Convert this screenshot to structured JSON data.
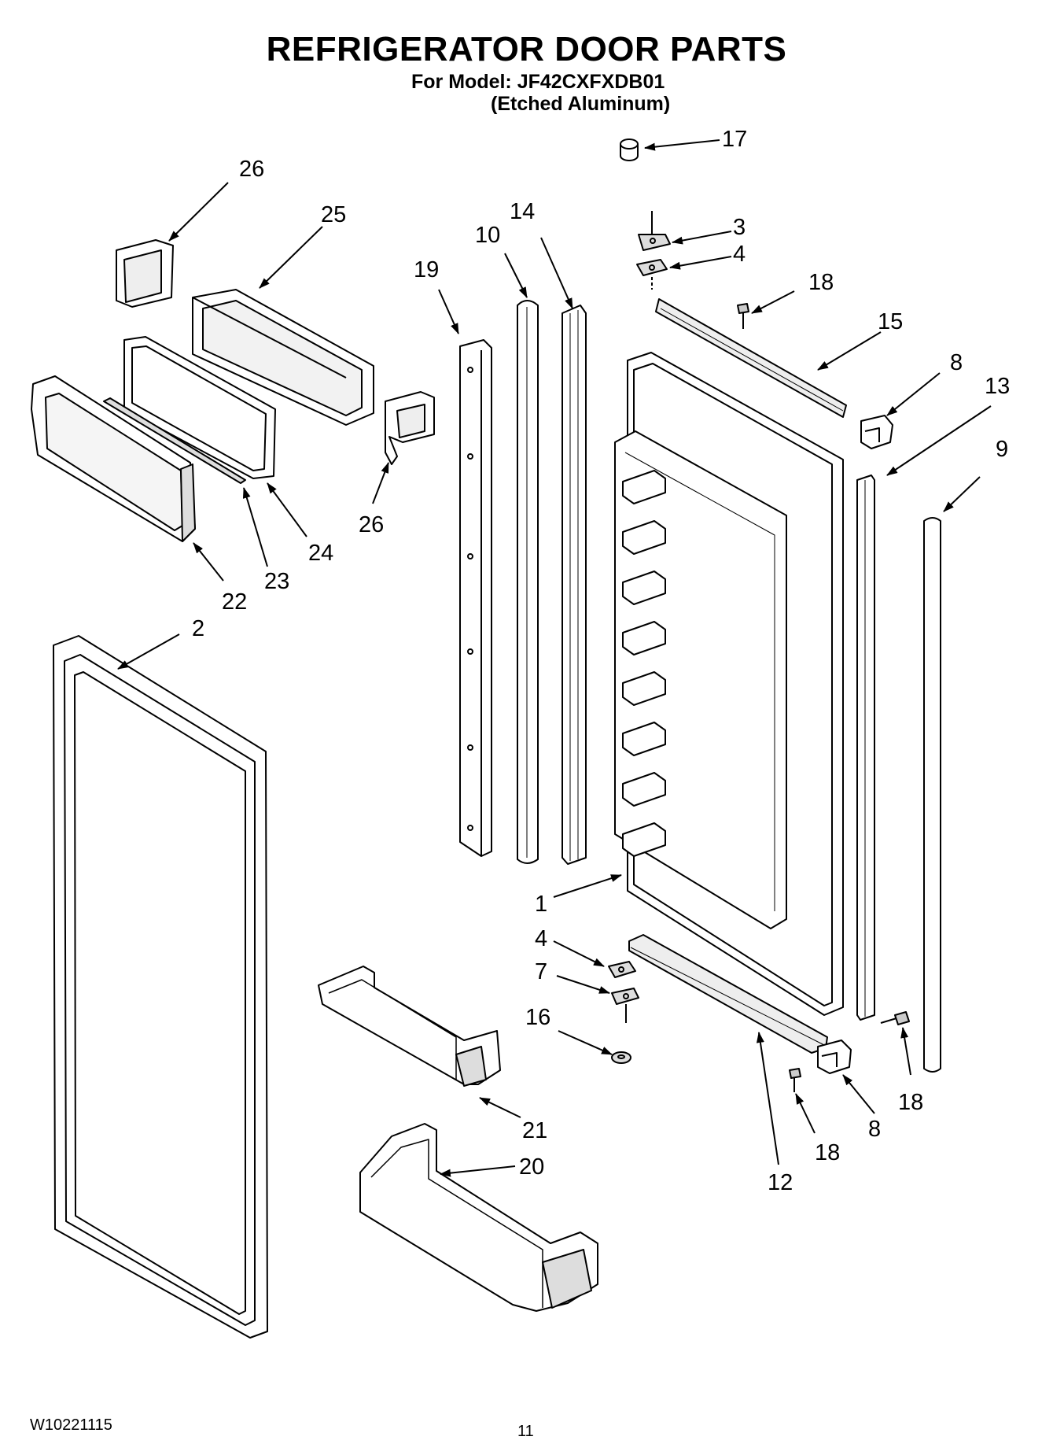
{
  "header": {
    "title": "REFRIGERATOR DOOR PARTS",
    "model_line": "For Model: JF42CXFXDB01",
    "finish_line": "(Etched Aluminum)"
  },
  "callouts": [
    {
      "key": "c17",
      "text": "17"
    },
    {
      "key": "c26a",
      "text": "26"
    },
    {
      "key": "c25",
      "text": "25"
    },
    {
      "key": "c10",
      "text": "10"
    },
    {
      "key": "c14",
      "text": "14"
    },
    {
      "key": "c3",
      "text": "3"
    },
    {
      "key": "c4a",
      "text": "4"
    },
    {
      "key": "c19",
      "text": "19"
    },
    {
      "key": "c18a",
      "text": "18"
    },
    {
      "key": "c15",
      "text": "15"
    },
    {
      "key": "c8a",
      "text": "8"
    },
    {
      "key": "c13",
      "text": "13"
    },
    {
      "key": "c9",
      "text": "9"
    },
    {
      "key": "c26b",
      "text": "26"
    },
    {
      "key": "c24",
      "text": "24"
    },
    {
      "key": "c23",
      "text": "23"
    },
    {
      "key": "c22",
      "text": "22"
    },
    {
      "key": "c2",
      "text": "2"
    },
    {
      "key": "c1",
      "text": "1"
    },
    {
      "key": "c4b",
      "text": "4"
    },
    {
      "key": "c7",
      "text": "7"
    },
    {
      "key": "c16",
      "text": "16"
    },
    {
      "key": "c18b",
      "text": "18"
    },
    {
      "key": "c8b",
      "text": "8"
    },
    {
      "key": "c18c",
      "text": "18"
    },
    {
      "key": "c12",
      "text": "12"
    },
    {
      "key": "c21",
      "text": "21"
    },
    {
      "key": "c20",
      "text": "20"
    }
  ],
  "footer": {
    "doc_number": "W10221115",
    "page_number": "11"
  }
}
